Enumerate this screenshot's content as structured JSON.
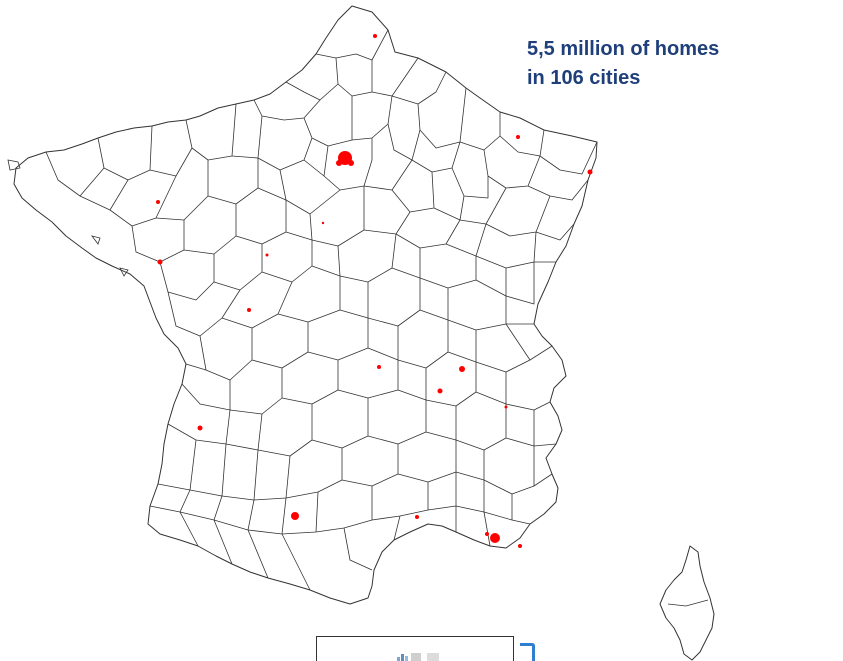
{
  "caption": {
    "line1": "5,5 million of homes",
    "line2": "in 106 cities"
  },
  "colors": {
    "caption_text": "#1f3f7a",
    "border_lines": "#333333",
    "city_marker": "#ff0000",
    "bracket_accent": "#2f7fd0"
  },
  "map": {
    "region": "France (departments)",
    "marker_meaning": "city location"
  }
}
